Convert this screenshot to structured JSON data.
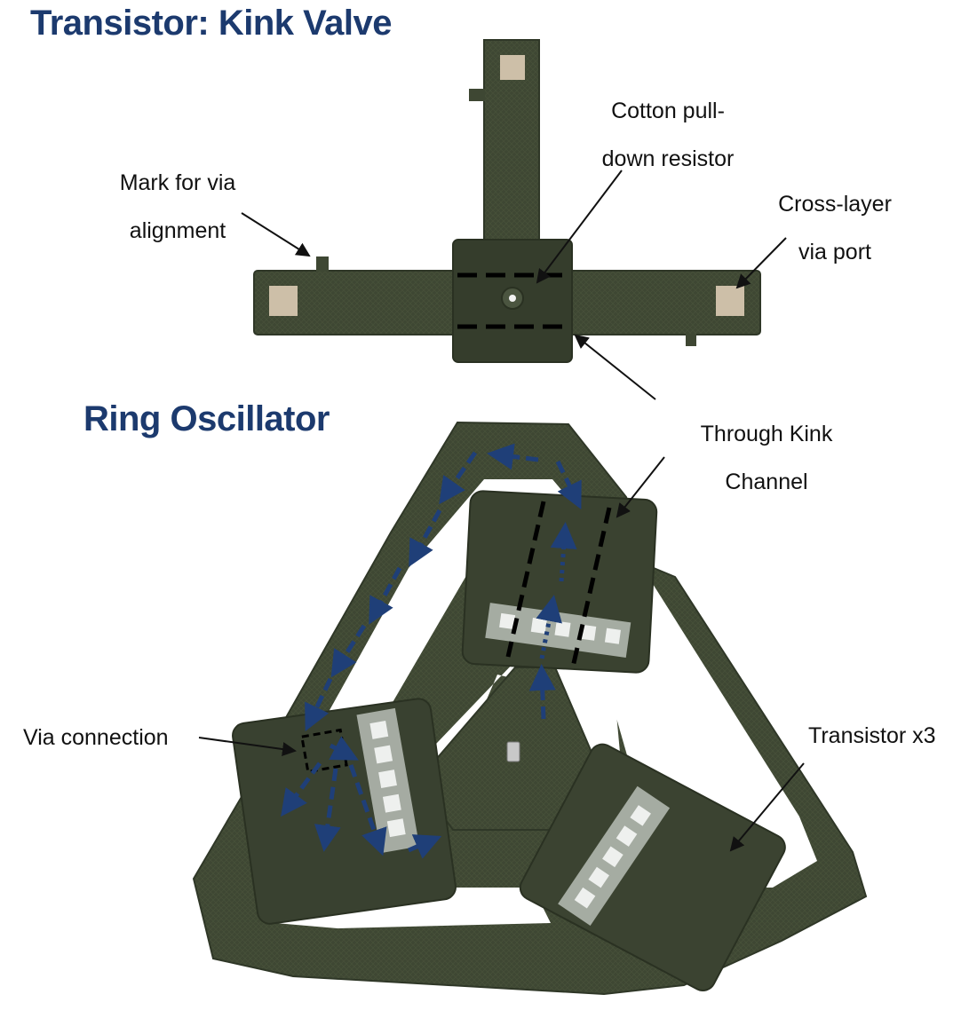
{
  "headings": {
    "transistor": "Transistor: Kink Valve",
    "ring": "Ring Oscillator"
  },
  "labels": {
    "cotton_line1": "Cotton pull-",
    "cotton_line2": "down resistor",
    "mark_line1": "Mark for via",
    "mark_line2": "alignment",
    "crosslayer_line1": "Cross-layer",
    "crosslayer_line2": "via port",
    "through_line1": "Through Kink",
    "through_line2": "Channel",
    "via_connection": "Via connection",
    "transistor_x3": "Transistor x3"
  },
  "colors": {
    "heading": "#1c3a6e",
    "fabric": "#3e4733",
    "fabric_dark": "#2f3727",
    "fabric_light": "#4b5540",
    "pad": "#cdbfa8",
    "flow_arrow": "#1f3f78",
    "channel_dash": "#111111",
    "clear_pad": "#cfd3cf"
  }
}
